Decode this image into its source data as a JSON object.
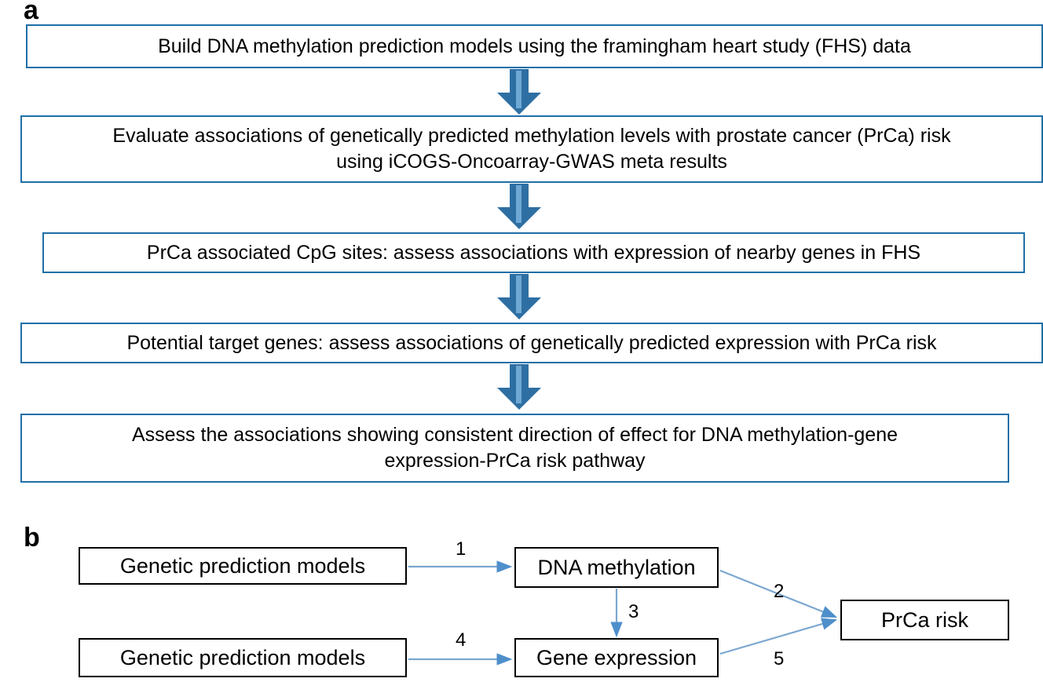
{
  "figure": {
    "panels": [
      {
        "letter": "a"
      },
      {
        "letter": "b"
      }
    ]
  },
  "panel_a": {
    "letter": "a",
    "arrow_color": "#2E6FA3",
    "arrow_highlight_color": "#6FA8D4",
    "box_border_color": "#1F6FA8",
    "steps": [
      {
        "id": "step-1",
        "text": "Build DNA methylation prediction models using the framingham heart study (FHS) data"
      },
      {
        "id": "step-2",
        "line1": "Evaluate associations of genetically predicted methylation levels with prostate cancer (PrCa) risk",
        "line2": "using iCOGS-Oncoarray-GWAS meta results"
      },
      {
        "id": "step-3",
        "text": "PrCa associated CpG sites: assess associations with expression of nearby genes in FHS"
      },
      {
        "id": "step-4",
        "text": "Potential target genes: assess associations of genetically predicted expression with PrCa risk"
      },
      {
        "id": "step-5",
        "line1": "Assess the associations showing consistent direction of effect for DNA methylation-gene",
        "line2": "expression-PrCa risk pathway"
      }
    ]
  },
  "panel_b": {
    "letter": "b",
    "arrow_color": "#7BA7D0",
    "box_border_color": "#000000",
    "nodes": {
      "genetic_models_top": "Genetic prediction models",
      "genetic_models_bottom": "Genetic prediction models",
      "dna_methylation": "DNA methylation",
      "gene_expression": "Gene expression",
      "prca_risk": "PrCa risk"
    },
    "edges": [
      {
        "id": "edge-1",
        "label": "1",
        "from": "genetic_models_top",
        "to": "dna_methylation"
      },
      {
        "id": "edge-2",
        "label": "2",
        "from": "dna_methylation",
        "to": "prca_risk"
      },
      {
        "id": "edge-3",
        "label": "3",
        "from": "dna_methylation",
        "to": "gene_expression"
      },
      {
        "id": "edge-4",
        "label": "4",
        "from": "genetic_models_bottom",
        "to": "gene_expression"
      },
      {
        "id": "edge-5",
        "label": "5",
        "from": "gene_expression",
        "to": "prca_risk"
      }
    ]
  }
}
